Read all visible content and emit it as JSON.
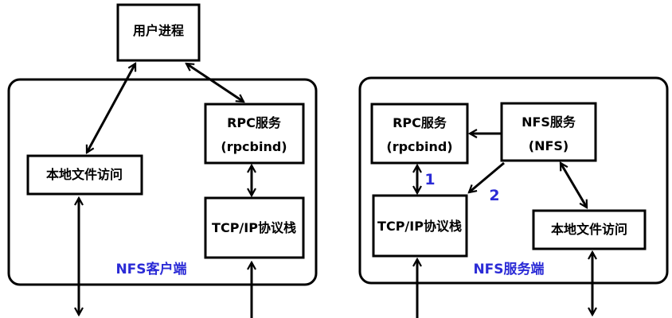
{
  "colors": {
    "stroke": "#000000",
    "accent": "#2b2bd6",
    "background": "#ffffff"
  },
  "top": {
    "user_process": "用户进程"
  },
  "client": {
    "caption": "NFS客户端",
    "local_access": "本地文件访问",
    "rpc_title": "RPC服务",
    "rpc_sub": "(rpcbind)",
    "tcp": "TCP/IP协议栈"
  },
  "server": {
    "caption": "NFS服务端",
    "rpc_title": "RPC服务",
    "rpc_sub": "(rpcbind)",
    "nfs_title": "NFS服务",
    "nfs_sub": "(NFS)",
    "tcp": "TCP/IP协议栈",
    "local_access": "本地文件访问",
    "step1": "1",
    "step2": "2"
  }
}
